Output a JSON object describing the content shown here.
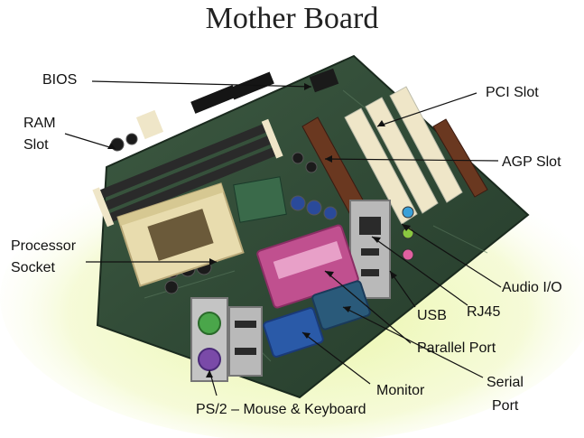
{
  "title": "Mother Board",
  "labels": {
    "bios": "BIOS",
    "ram_line1": "RAM",
    "ram_line2": "Slot",
    "processor_line1": "Processor",
    "processor_line2": "Socket",
    "pci": "PCI Slot",
    "agp": "AGP Slot",
    "audio": "Audio I/O",
    "rj45": "RJ45",
    "usb": "USB",
    "parallel": "Parallel Port",
    "serial_line1": "Serial",
    "serial_line2": "Port",
    "monitor": "Monitor",
    "ps2": "PS/2 – Mouse & Keyboard"
  },
  "colors": {
    "pcb": "#2f4a36",
    "glow": "#d8f07a",
    "slot_dark": "#2a2a2a",
    "slot_cream": "#efe6c8",
    "agp_brown": "#6a3820",
    "vga_blue": "#2a5aa8",
    "parallel_pink": "#c0508f",
    "ps2_green": "#4aa64a",
    "ps2_purple": "#7a4aa8",
    "socket_cream": "#e8dcae"
  }
}
